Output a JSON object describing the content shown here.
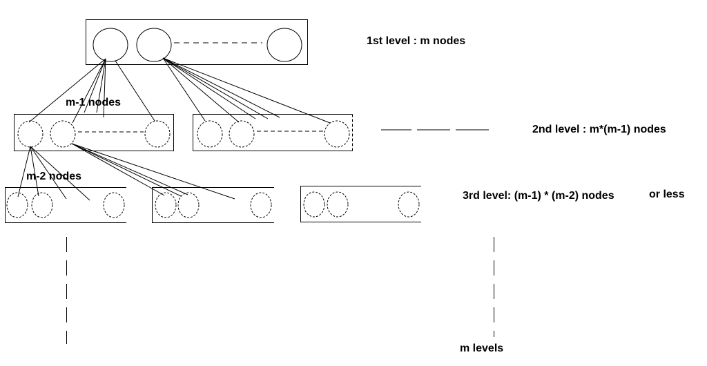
{
  "labels": {
    "level1": "1st level : m nodes",
    "level2": "2nd level : m*(m-1) nodes",
    "level3": "3rd level: (m-1) * (m-2) nodes",
    "level3_suffix": "or less",
    "m_minus_1": "m-1 nodes",
    "m_minus_2": "m-2 nodes",
    "m_levels": "m levels"
  }
}
